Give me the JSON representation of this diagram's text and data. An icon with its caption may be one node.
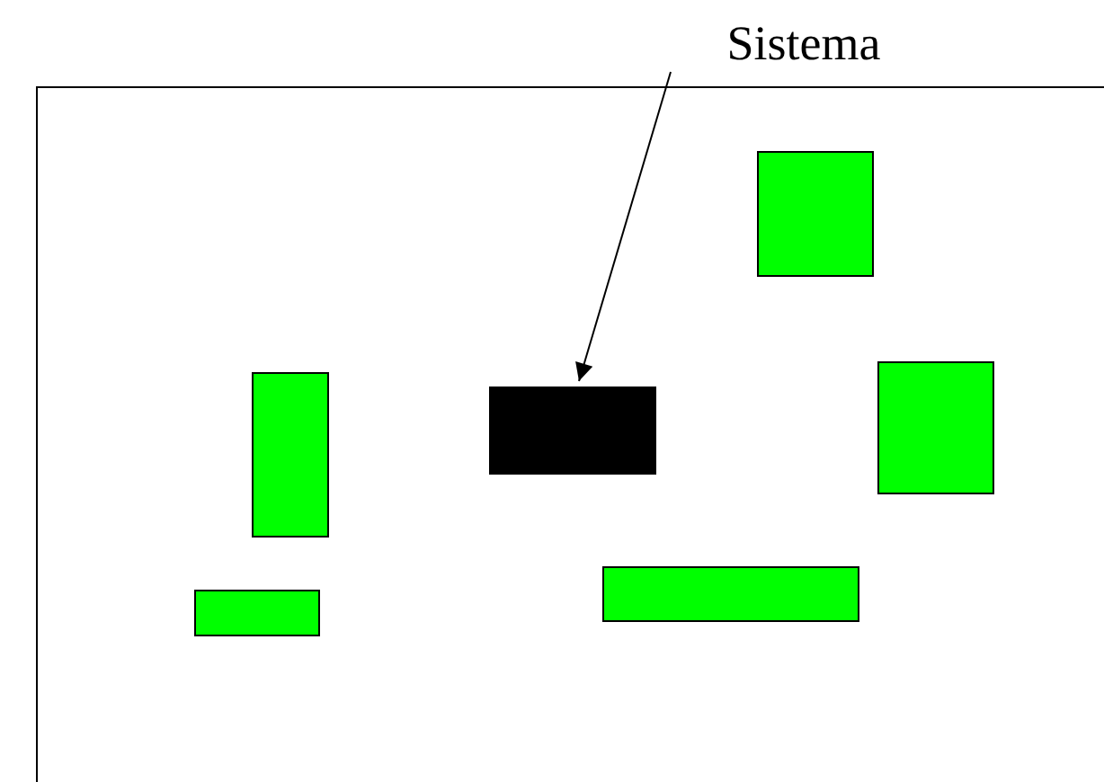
{
  "diagram": {
    "nodes": [
      {
        "text": [
          "Sistema"
        ]
      },
      {
        "text": [],
        "shape": "box"
      },
      {
        "text": [],
        "shape": "box",
        "in": 1
      },
      {
        "text": [],
        "shape": "box",
        "in": 1
      },
      {
        "text": [],
        "shape": "box",
        "in": 1
      },
      {
        "text": [],
        "shape": "box",
        "in": 1
      },
      {
        "text": [],
        "shape": "box",
        "in": 1
      },
      {
        "text": [],
        "shape": "box",
        "in": 1
      }
    ],
    "edges": [
      {
        "from": 0,
        "to": 5,
        "arrow": "to"
      }
    ]
  }
}
